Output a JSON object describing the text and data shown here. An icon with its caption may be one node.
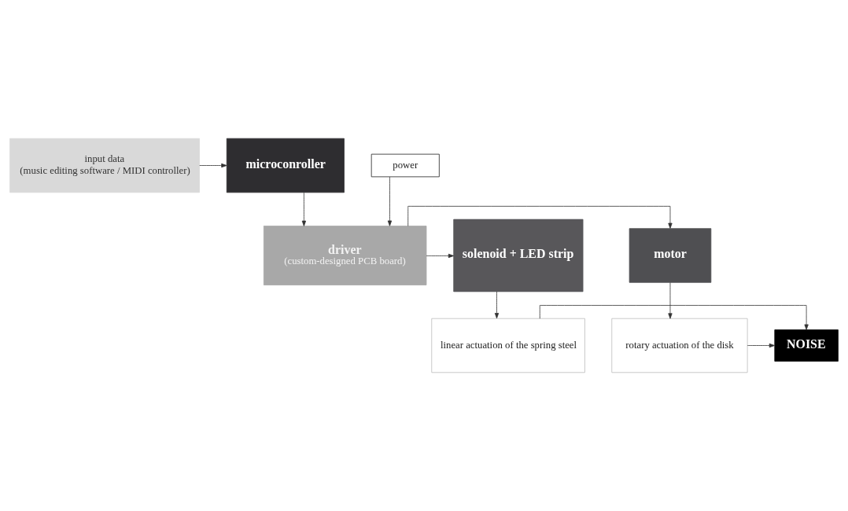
{
  "diagram": {
    "nodes": [
      {
        "text": [
          "input data",
          "(music editing software / MIDI controller)"
        ]
      },
      {
        "text": [
          "microconroller"
        ]
      },
      {
        "text": [
          "driver",
          "(custom-designed PCB board)"
        ]
      },
      {
        "text": [
          "motor"
        ]
      },
      {
        "text": [
          "solenoid + LED strip"
        ]
      },
      {
        "text": [
          "power"
        ]
      },
      {
        "text": [
          "rotary actuation of the disk"
        ]
      },
      {
        "text": [
          "NOISE"
        ]
      },
      {
        "text": [
          "linear actuation of the spring steel"
        ]
      }
    ],
    "edges": [
      {
        "from": 0,
        "to": 1,
        "arrow": "to"
      },
      {
        "from": 1,
        "to": 2,
        "arrow": "to"
      },
      {
        "from": 2,
        "to": 3,
        "arrow": "to"
      },
      {
        "from": 2,
        "to": 4,
        "arrow": "to"
      },
      {
        "from": 5,
        "to": 2,
        "arrow": "to"
      },
      {
        "from": 3,
        "to": 6,
        "arrow": "to"
      },
      {
        "from": 4,
        "to": 8,
        "arrow": "to"
      },
      {
        "from": 6,
        "to": 7,
        "arrow": "to"
      },
      {
        "from": 8,
        "to": 7,
        "arrow": "to"
      }
    ]
  }
}
